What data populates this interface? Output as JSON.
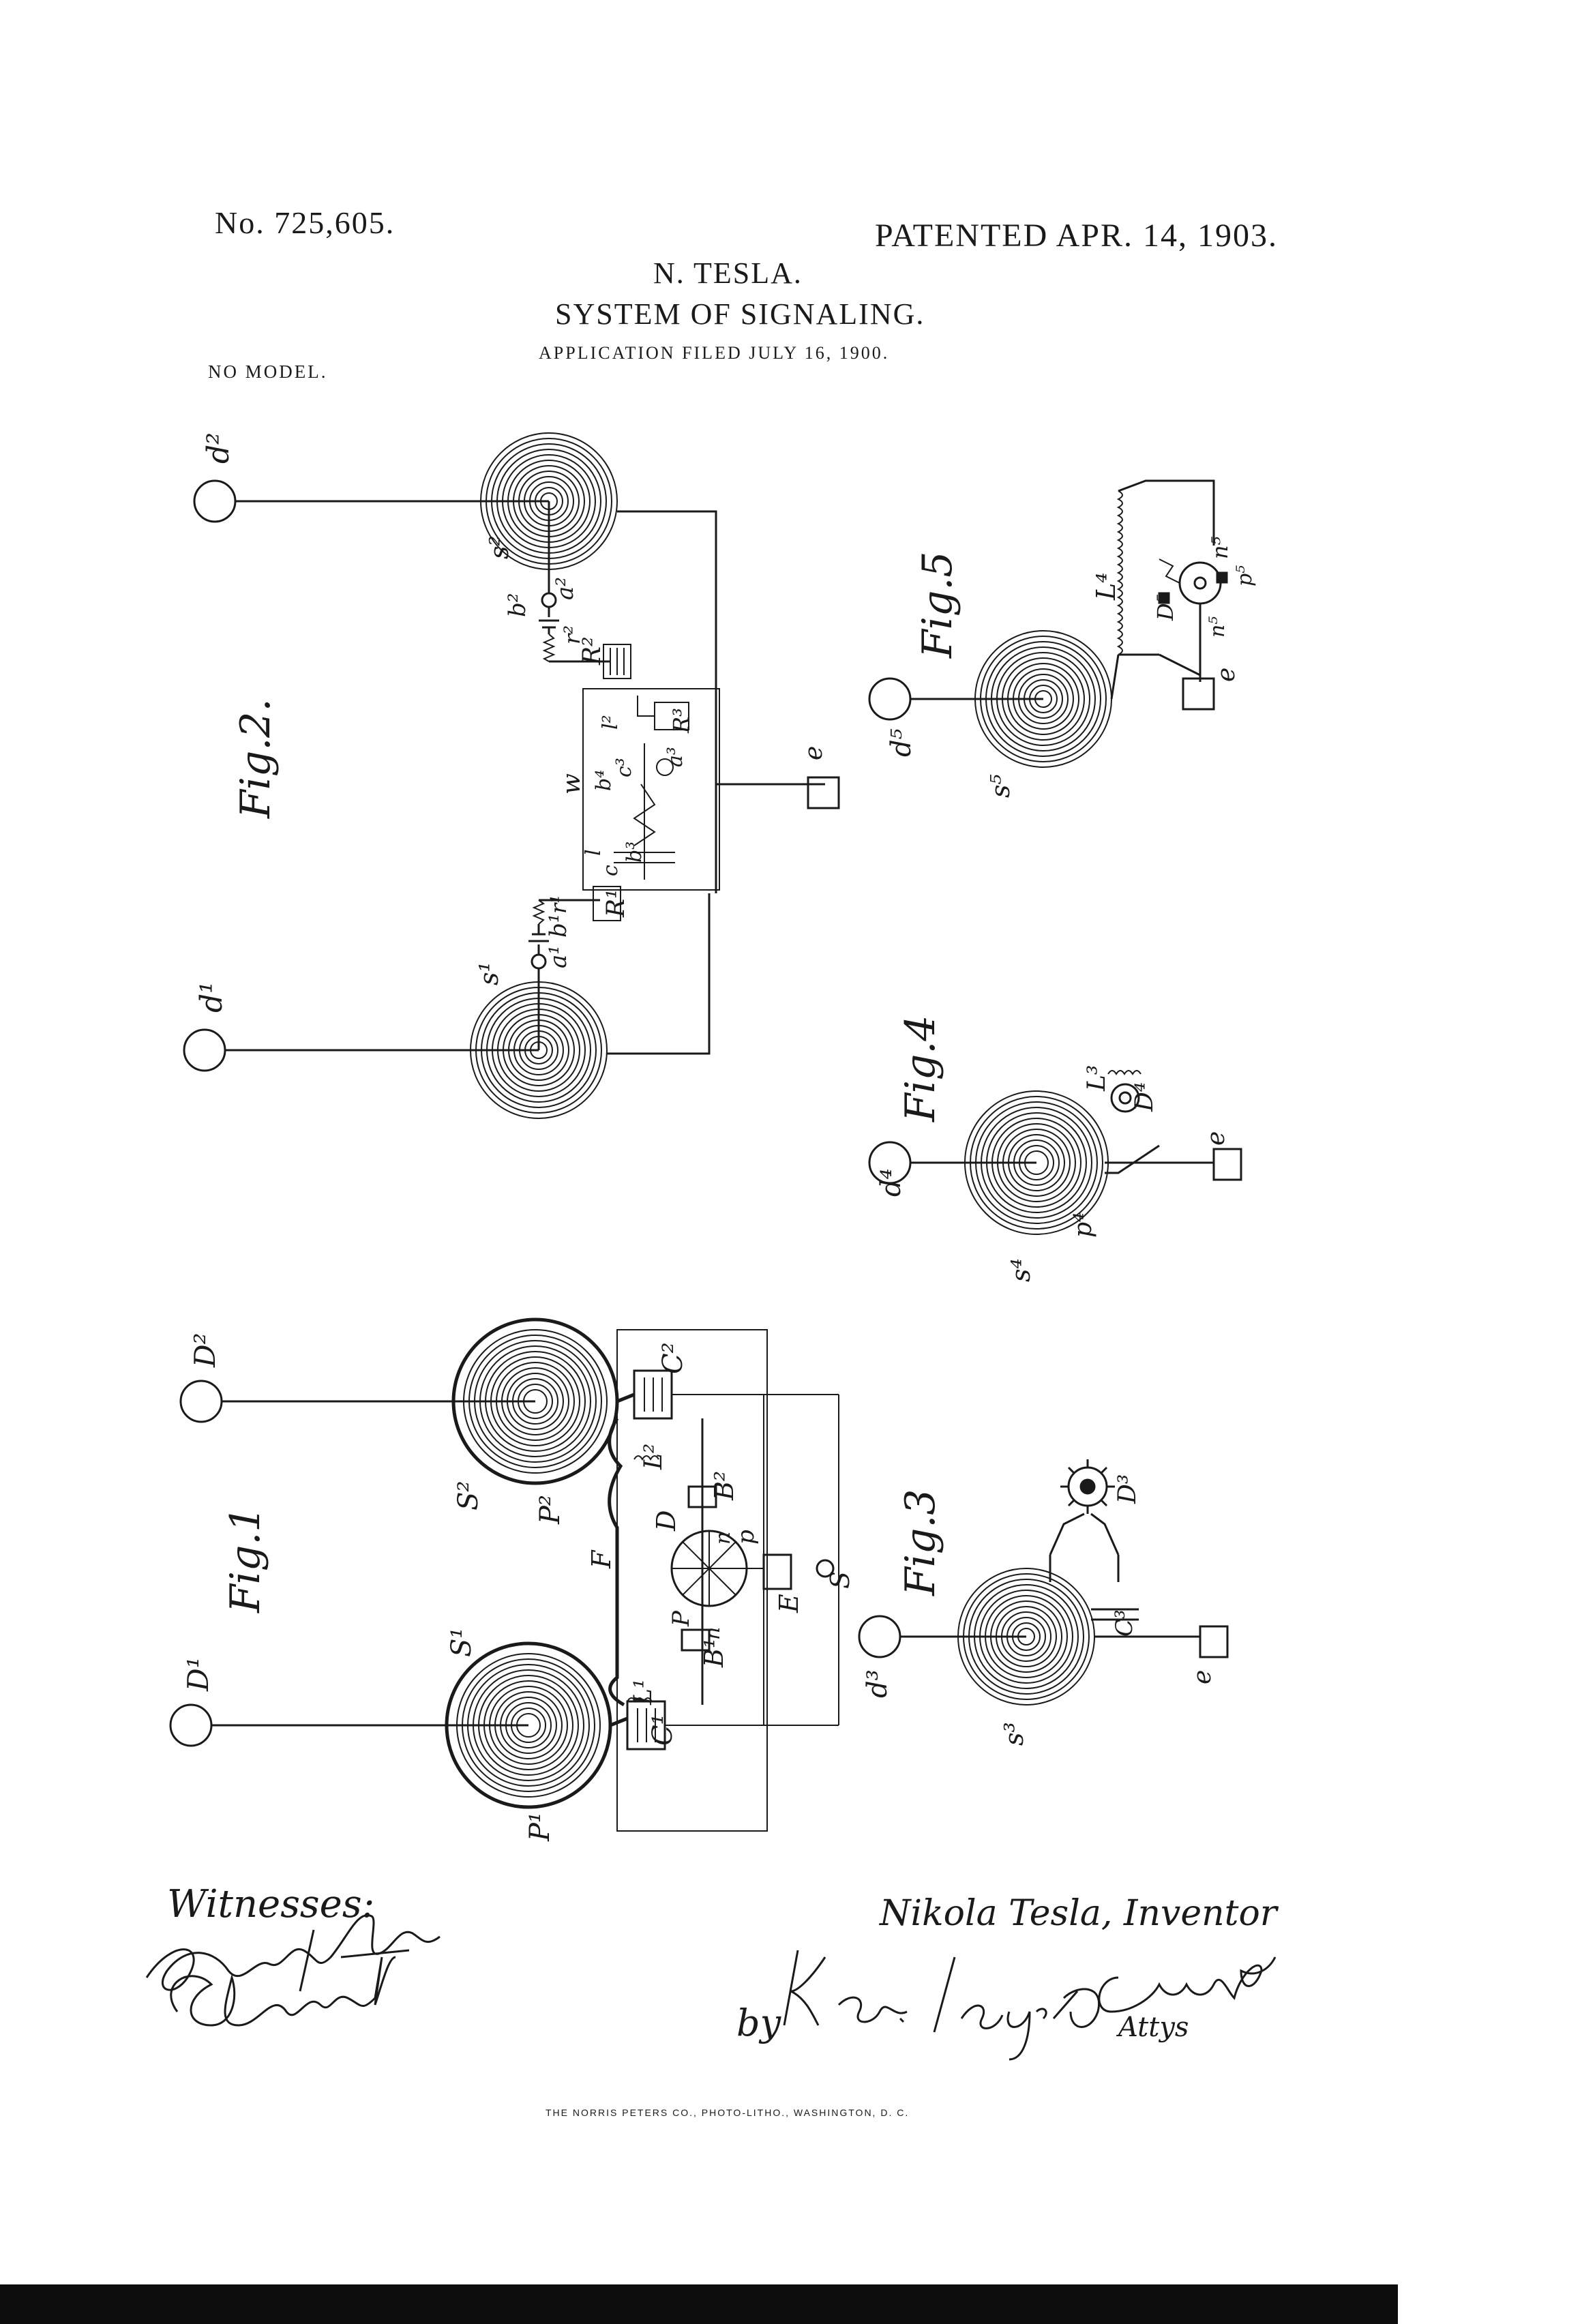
{
  "header": {
    "patent_number": "No. 725,605.",
    "patent_date": "PATENTED APR. 14, 1903.",
    "inventor": "N. TESLA.",
    "title": "SYSTEM OF SIGNALING.",
    "application": "APPLICATION FILED JULY 16, 1900.",
    "model": "NO MODEL."
  },
  "figures": {
    "fig1": {
      "label": "Fig.1",
      "labels": {
        "D1": "D¹",
        "D2": "D²",
        "S1": "S¹",
        "S2": "S²",
        "P1": "P¹",
        "P2": "P²",
        "C1": "C¹",
        "C2": "C²",
        "L1": "L¹",
        "L2": "L²",
        "B1": "B¹",
        "B2": "B²",
        "D": "D",
        "F": "F",
        "E": "E",
        "S": "S",
        "P": "P",
        "p": "p",
        "n": "n"
      }
    },
    "fig2": {
      "label": "Fig.2.",
      "labels": {
        "d1": "d¹",
        "d2": "d²",
        "s1": "s¹",
        "s2": "s²",
        "a1": "a¹",
        "a2": "a²",
        "b1": "b¹",
        "b2": "b²",
        "r1": "r¹",
        "r2": "r²",
        "R1": "R¹",
        "R2": "R²",
        "R3": "R³",
        "w": "w",
        "e": "e",
        "l": "l",
        "l2": "l²",
        "b3": "b³",
        "b4": "b⁴",
        "c": "c",
        "c3": "c³",
        "a3": "a³"
      }
    },
    "fig3": {
      "label": "Fig.3",
      "labels": {
        "d3": "d³",
        "s3": "s³",
        "C3": "C³",
        "D3": "D³",
        "e": "e"
      }
    },
    "fig4": {
      "label": "Fig.4",
      "labels": {
        "d4": "d⁴",
        "s4": "s⁴",
        "p4": "p⁴",
        "L3": "L³",
        "D4": "D⁴",
        "e": "e"
      }
    },
    "fig5": {
      "label": "Fig.5",
      "labels": {
        "d5": "d⁵",
        "s5": "s⁵",
        "L4": "L⁴",
        "n5": "n⁵",
        "p5": "p⁵",
        "D5": "D⁵",
        "e": "e"
      }
    }
  },
  "signatures": {
    "witnesses_label": "Witnesses:",
    "inventor_line": "Nikola Tesla, Inventor",
    "by": "by",
    "attys": "Attys"
  },
  "printer_imprint": "THE NORRIS PETERS CO., PHOTO-LITHO., WASHINGTON, D. C."
}
